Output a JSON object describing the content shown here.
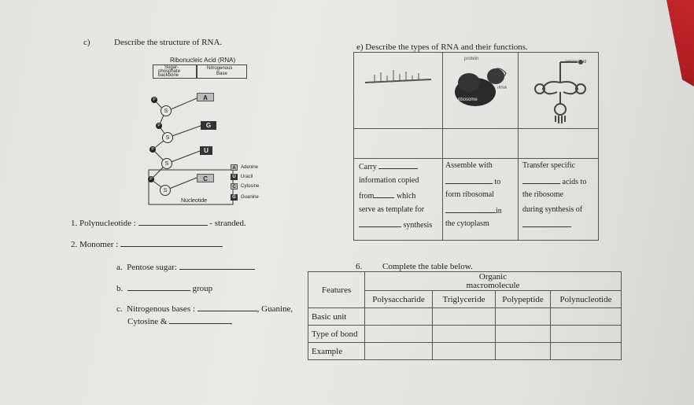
{
  "part_c": {
    "label": "c)",
    "question": "Describe the structure of RNA."
  },
  "diagram": {
    "title": "Ribonucleic Acid (RNA)",
    "backbone_label_1": "Sugar-",
    "backbone_label_2": "phosphate",
    "backbone_label_3": "backbone",
    "nitrogenous_label_1": "Nitrogenous",
    "nitrogenous_label_2": "Base",
    "sugar": "S",
    "phosphate": "P",
    "bases": [
      "A",
      "G",
      "U",
      "C"
    ],
    "nucleotide_label": "Nucleotide",
    "legend": [
      {
        "letter": "A",
        "name": "Adenine"
      },
      {
        "letter": "U",
        "name": "Uracil"
      },
      {
        "letter": "C",
        "name": "Cytosine"
      },
      {
        "letter": "G",
        "name": "Guanine"
      }
    ]
  },
  "questions": {
    "q1_label": "1.  Polynucleotide :",
    "q1_suffix": "- stranded.",
    "q2_label": "2.  Monomer :",
    "a_label": "a.",
    "a_text": "Pentose sugar:",
    "b_label": "b.",
    "b_text": "group",
    "c_label": "c.",
    "c_text": "Nitrogenous bases :",
    "c_guanine": ", Guanine,",
    "c_cytosine": "Cytosine &"
  },
  "part_e": {
    "label": "e)",
    "question": "Describe the types of RNA and their functions.",
    "pic_labels": {
      "protein": "protein",
      "ribosome": "ribosome",
      "rrna": "rRNA",
      "aminoacid": "aminoacid"
    },
    "col1": [
      "Carry",
      "information copied",
      "from",
      "which",
      "serve as template for",
      "synthesis"
    ],
    "col2": [
      "Assemble with",
      "to",
      "form ribosomal",
      "in",
      "the cytoplasm"
    ],
    "col3": [
      "Transfer specific",
      "acids to",
      "the ribosome",
      "during synthesis of"
    ]
  },
  "q6": {
    "number": "6.",
    "instruction": "Complete the table below.",
    "features_header": "Features",
    "group_header_1": "Organic",
    "group_header_2": "macromolecule",
    "columns": [
      "Polysaccharide",
      "Triglyceride",
      "Polypeptide",
      "Polynucleotide"
    ],
    "rows": [
      "Basic unit",
      "Type of bond",
      "Example"
    ]
  }
}
